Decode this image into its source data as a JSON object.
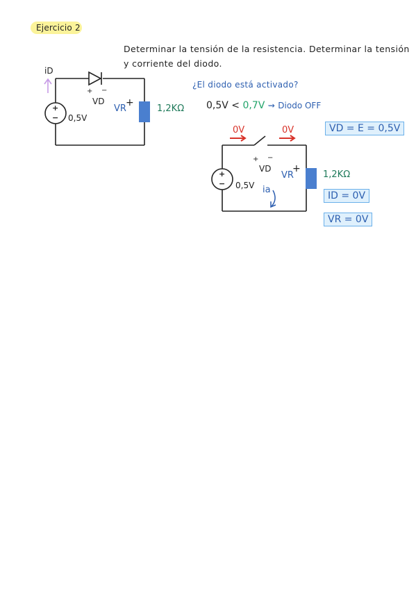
{
  "header": {
    "title": "Ejercicio 2"
  },
  "statement": {
    "line1": "Determinar la tensión de la resistencia. Determinar la tensión",
    "line2": "y corriente del diodo."
  },
  "question": "¿El diodo está activado?",
  "comparison": {
    "left": "0,5V",
    "op": "<",
    "right": "0,7V",
    "arrow": "⇝",
    "result": "Diodo OFF"
  },
  "circuit1": {
    "current": "iD",
    "source": "0,5V",
    "vd": "VD",
    "vr": "VR",
    "resistor": "1,2KΩ",
    "plus": "+",
    "minus": "−"
  },
  "circuit2": {
    "top_left_v": "0V",
    "top_right_v": "0V",
    "source": "0,5V",
    "vd": "VD",
    "vr": "VR",
    "resistor": "1,2KΩ",
    "current": "ia",
    "plus": "+",
    "minus": "−"
  },
  "results": {
    "vd": "VD = E = 0,5V",
    "id": "ID = 0V",
    "vr": "VR = 0V"
  },
  "colors": {
    "highlight": "#fbf39a",
    "blue": "#2d5fb0",
    "green": "#22a46a",
    "red": "#d8332a",
    "resistor": "#4a7fcf",
    "purple": "#c79be6"
  }
}
